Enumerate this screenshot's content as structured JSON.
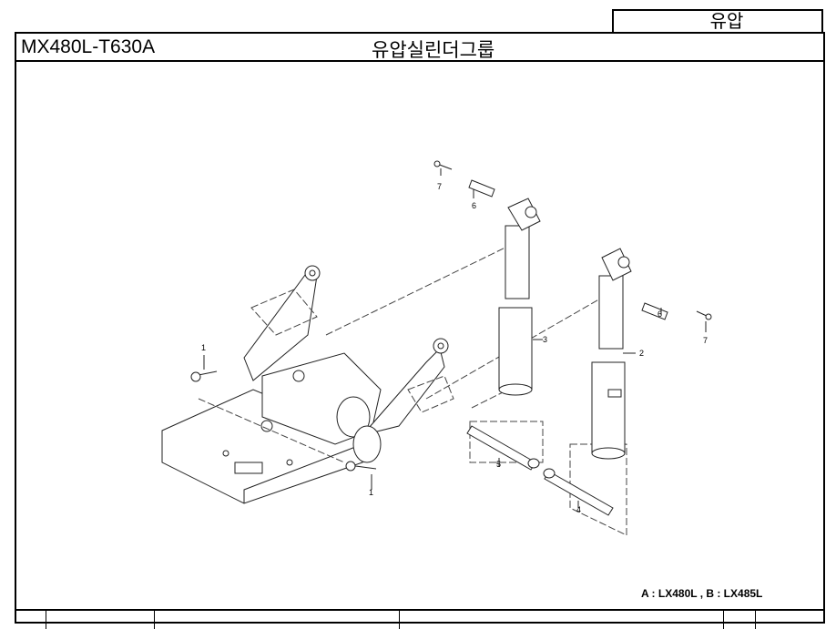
{
  "header": {
    "category": "유압",
    "model": "MX480L-T630A",
    "group_title": "유압실린더그룹"
  },
  "callouts": {
    "c1a": "1",
    "c1b": "1",
    "c2": "2",
    "c3": "3",
    "c4": "4",
    "c5": "5",
    "c6a": "6",
    "c6b": "6",
    "c7a": "7",
    "c7b": "7"
  },
  "footnote": "A : LX480L , B : LX485L"
}
